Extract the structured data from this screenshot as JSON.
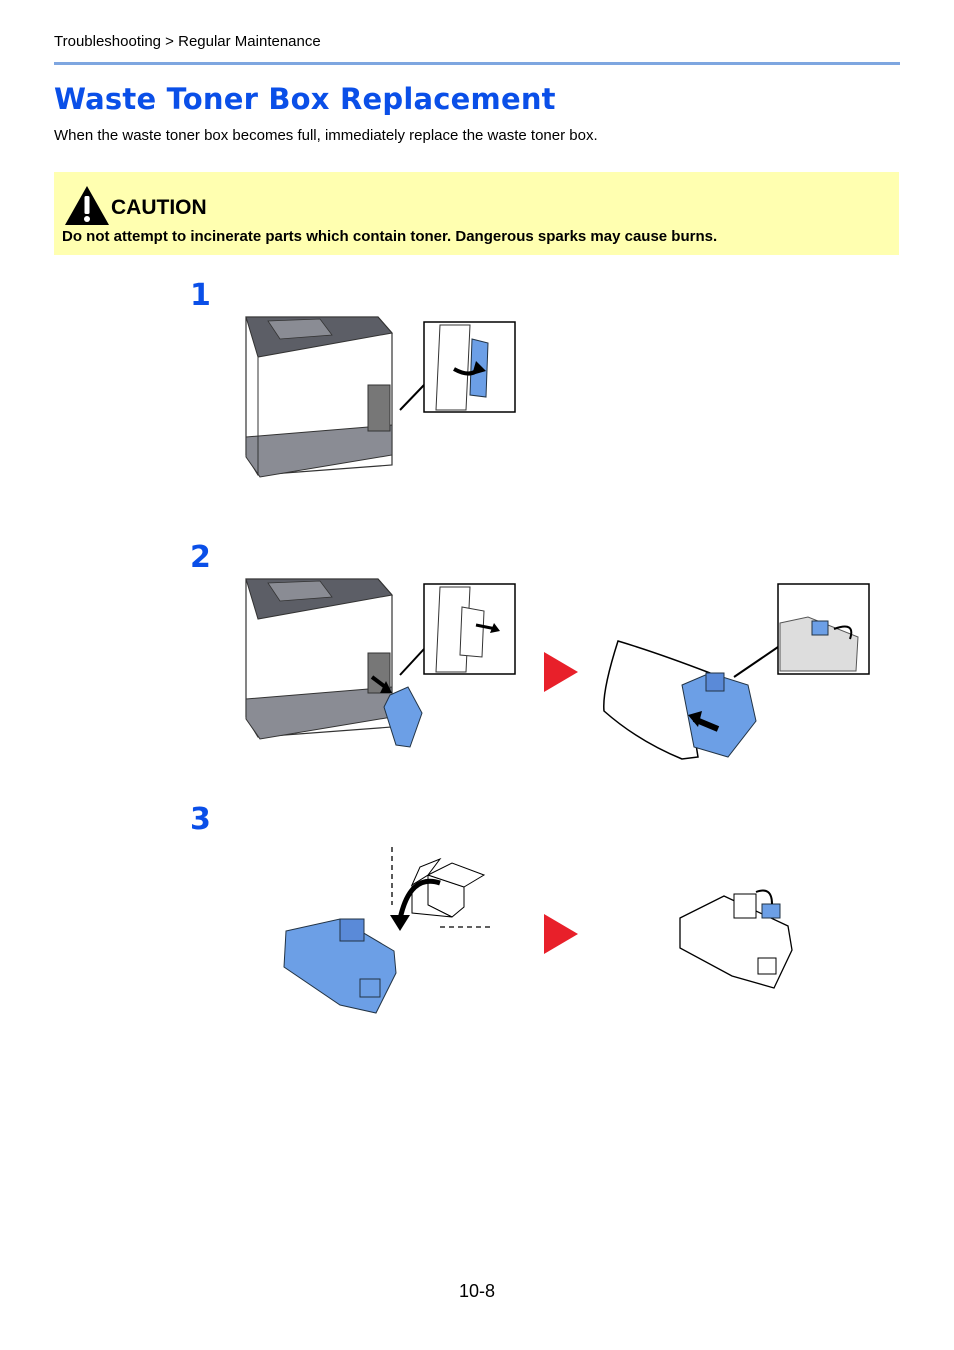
{
  "breadcrumb": "Troubleshooting > Regular Maintenance",
  "title": "Waste Toner Box Replacement",
  "intro": "When the waste toner box becomes full, immediately replace the waste toner box.",
  "caution": {
    "label": "CAUTION",
    "text": "Do not attempt to incinerate parts which contain toner. Dangerous sparks may cause burns."
  },
  "steps": [
    {
      "number": "1"
    },
    {
      "number": "2"
    },
    {
      "number": "3"
    }
  ],
  "colors": {
    "title_blue": "#0a4fe8",
    "caution_bg": "#ffffb0",
    "toner_blue": "#6c9fe6",
    "arrow_red": "#e8202a"
  },
  "icons": [
    "warning-triangle-icon",
    "next-step-arrow-icon"
  ],
  "page_number": "10-8"
}
